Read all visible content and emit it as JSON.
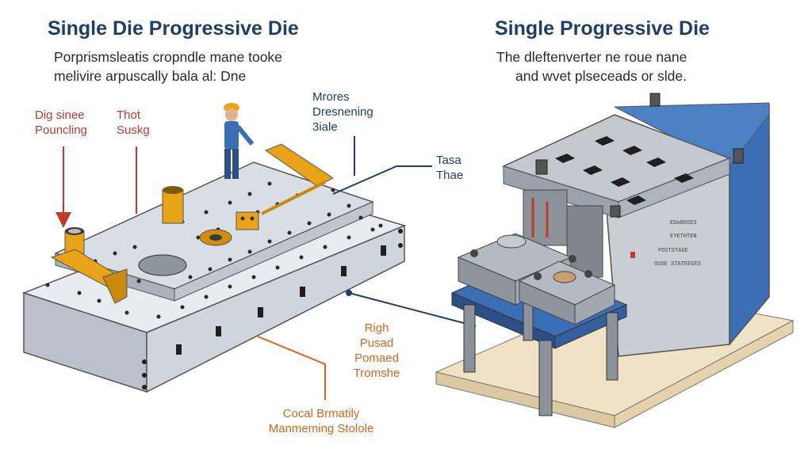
{
  "left": {
    "title": "Single Die Progressive Die",
    "subtitle_lines": [
      "Porprismsleatis cropndle mane tooke",
      "melivire arpuscally bala al: Dne"
    ],
    "callouts": {
      "dig": [
        "Dig sinee",
        "Pouncling"
      ],
      "thot": [
        "Thot",
        "Suskg"
      ],
      "mrores": [
        "Mrores",
        "Dresnening",
        "3iale"
      ],
      "tasa": [
        "Tasa",
        "Thae"
      ],
      "righ": [
        "Righ",
        "Pusad",
        "Pomaed",
        "Tromshe"
      ],
      "cocal": [
        "Cocal Brmatily",
        "Manmeming Stolole"
      ]
    }
  },
  "right": {
    "title": "Single Progressive Die",
    "subtitle_lines": [
      "The dleftenverter ne roue nane",
      "and wvet plseceads or slde."
    ],
    "panel_text": [
      "EDAROSES",
      "EYETHTEN",
      "POSTSTAGE",
      "OUSE STATEEGES"
    ]
  },
  "colors": {
    "title": "#1f3f66",
    "red": "#c0392b",
    "orange": "#d4661f",
    "blue": "#3a6fb5",
    "yellow": "#e8a317"
  }
}
